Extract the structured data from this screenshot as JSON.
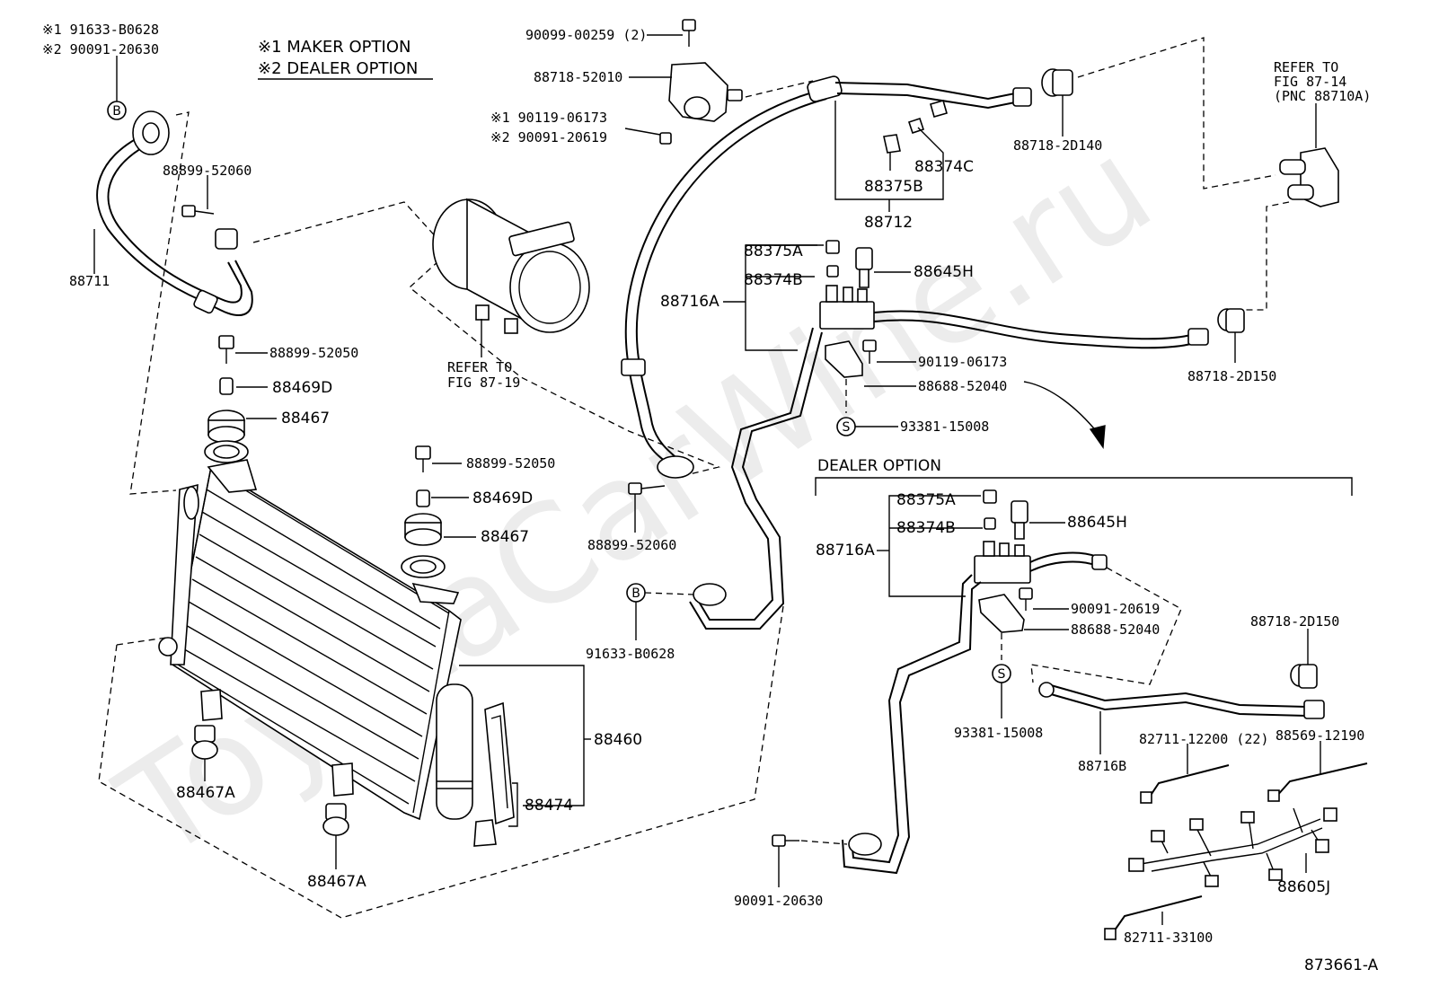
{
  "footnotes": {
    "maker": "※1 MAKER OPTION",
    "dealer": "※2 DEALER OPTION"
  },
  "dealer_option_title": "DEALER OPTION",
  "drawing_number": "873661-A",
  "watermark": "ToyotaCarWine.ru",
  "refs": {
    "fig8714_l1": "REFER TO",
    "fig8714_l2": "FIG 87-14",
    "fig8714_l3": "(PNC 88710A)",
    "fig8719_l1": "REFER TO",
    "fig8719_l2": "FIG 87-19"
  },
  "circles": {
    "b": "B",
    "s": "S"
  },
  "labels": {
    "p1": "※1 91633-B0628",
    "p2": "※2 90091-20630",
    "hose88711": "88711",
    "b1": "88899-52060",
    "b2": "88899-52050",
    "c1": "88469D",
    "m1": "88467",
    "b3": "88899-52050",
    "c2": "88469D",
    "m2": "88467",
    "f1": "88467A",
    "f2": "88467A",
    "cond": "88460",
    "dryer": "88474",
    "bolt_top": "90099-00259 (2)",
    "bracket": "88718-52010",
    "opt1": "※1  90119-06173",
    "opt2": "※2  90091-20619",
    "bolt_mid": "88899-52060",
    "clamp_b": "91633-B0628",
    "cap1": "88718-2D140",
    "v374c": "88374C",
    "v375b": "88375B",
    "tube712": "88712",
    "a375": "88375A",
    "a374": "88374B",
    "sw645": "88645H",
    "t716": "88716A",
    "bolt906": "90119-06173",
    "br688": "88688-52040",
    "s_part": "93381-15008",
    "cap2": "88718-2D150",
    "d375": "88375A",
    "d374": "88374B",
    "d645": "88645H",
    "d716": "88716A",
    "d906": "90091-20619",
    "d688": "88688-52040",
    "d_s_part": "93381-15008",
    "d_cap": "88718-2D150",
    "d716b": "88716B",
    "tie1": "82711-12200 (22)",
    "tie2": "88569-12190",
    "harn": "88605J",
    "tie3": "82711-33100",
    "d_bolt": "90091-20630"
  }
}
